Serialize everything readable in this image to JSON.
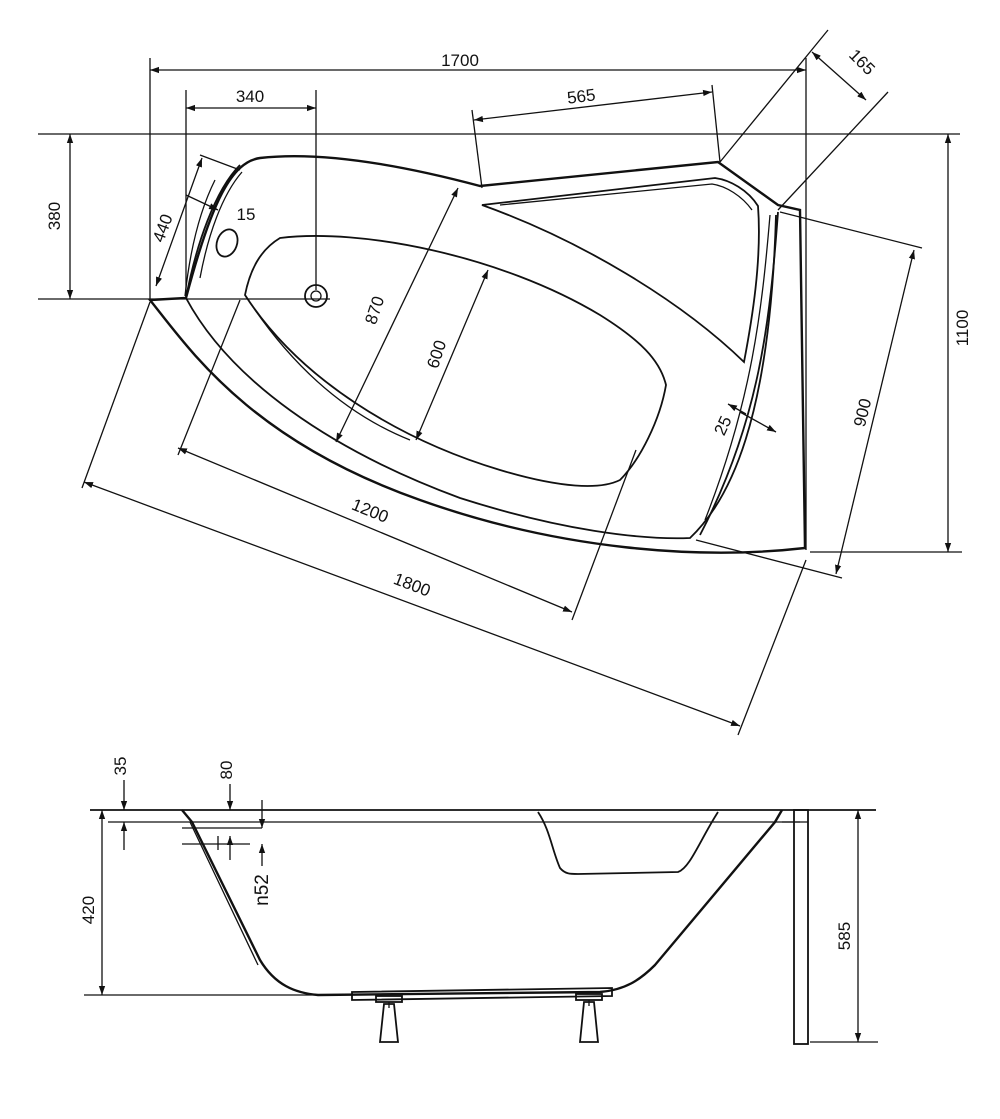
{
  "top_view": {
    "dims": {
      "d1700": "1700",
      "d340": "340",
      "d565": "565",
      "d165": "165",
      "d380": "380",
      "d440": "440",
      "d15": "15",
      "d870": "870",
      "d600": "600",
      "d1100": "1100",
      "d900": "900",
      "d25": "25",
      "d1200": "1200",
      "d1800": "1800"
    }
  },
  "side_view": {
    "dims": {
      "d35": "35",
      "d80": "80",
      "dn52": "n52",
      "d420": "420",
      "d585": "585"
    }
  }
}
